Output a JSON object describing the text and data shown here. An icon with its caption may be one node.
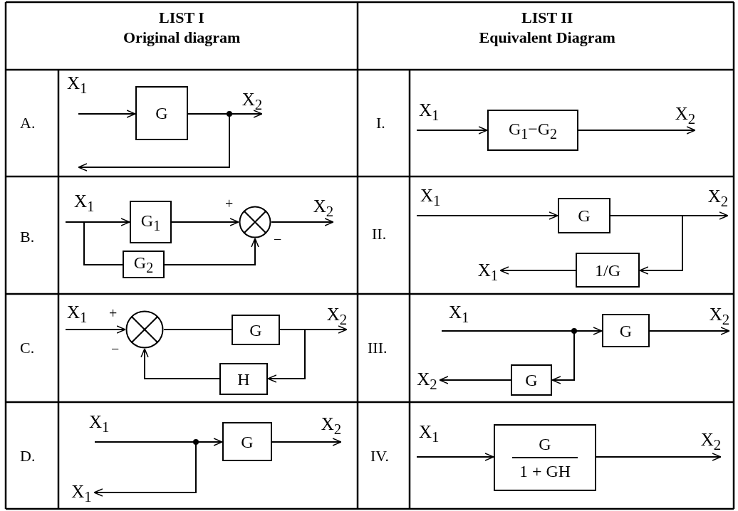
{
  "diagram": {
    "nodes": [
      {
        "text": [
          "G"
        ]
      },
      {
        "text": [
          "G$_{1}$−G$_{2}$"
        ]
      },
      {
        "text": [
          "G$_{1}$"
        ]
      },
      {
        "text": [
          "G$_{2}$"
        ]
      },
      {
        "text": [],
        "shape": "circle"
      },
      {
        "text": [
          "G"
        ]
      },
      {
        "text": [
          "1/G"
        ]
      },
      {
        "text": [
          "X$_{1}$"
        ]
      },
      {
        "text": [],
        "shape": "circle"
      },
      {
        "text": [
          "G"
        ]
      },
      {
        "text": [
          "H"
        ]
      },
      {
        "text": [
          "G"
        ]
      },
      {
        "text": [
          "G"
        ]
      },
      {
        "text": [
          "X$_{2}$"
        ]
      },
      {
        "text": [
          "G"
        ]
      },
      {
        "text": [
          "X$_{1}$"
        ]
      },
      {
        "text": [
          "G",
          "1 + GH"
        ]
      },
      {
        "text": [
          "X$_{2}$"
        ]
      },
      {
        "text": [
          "X$_{2}$"
        ]
      },
      {
        "text": [
          "X$_{2}$"
        ]
      },
      {
        "text": [
          "X$_{2}$"
        ]
      },
      {
        "text": [
          "X$_{2}$"
        ]
      },
      {
        "text": [
          "X$_{2}$"
        ]
      },
      {
        "text": [
          "X$_{2}$"
        ]
      },
      {
        "text": [
          "X$_{2}$"
        ]
      }
    ],
    "edges": [
      {
        "from": null,
        "to": 0,
        "arrow": "to"
      },
      {
        "from": 0,
        "to": 17,
        "arrow": "to"
      },
      {
        "from": 0,
        "to": null,
        "arrow": "to"
      },
      {
        "from": null,
        "to": 1,
        "arrow": "to"
      },
      {
        "from": 1,
        "to": 18,
        "arrow": "to"
      },
      {
        "from": null,
        "to": 2,
        "arrow": "to"
      },
      {
        "from": null,
        "to": 3,
        "arrow": "none"
      },
      {
        "from": 2,
        "to": 4,
        "arrow": "to"
      },
      {
        "from": 3,
        "to": 4,
        "arrow": "to"
      },
      {
        "from": 4,
        "to": 19,
        "arrow": "to"
      },
      {
        "from": null,
        "to": 5,
        "arrow": "to"
      },
      {
        "from": 5,
        "to": 20,
        "arrow": "to"
      },
      {
        "from": 5,
        "to": 6,
        "arrow": "to"
      },
      {
        "from": 6,
        "to": 7,
        "arrow": "to"
      },
      {
        "from": null,
        "to": 8,
        "arrow": "to"
      },
      {
        "from": 8,
        "to": 9,
        "arrow": "none"
      },
      {
        "from": 9,
        "to": 21,
        "arrow": "to"
      },
      {
        "from": 9,
        "to": 10,
        "arrow": "to"
      },
      {
        "from": 10,
        "to": 8,
        "arrow": "to"
      },
      {
        "from": null,
        "to": 11,
        "arrow": "to"
      },
      {
        "from": null,
        "to": 12,
        "arrow": "to"
      },
      {
        "from": 11,
        "to": 22,
        "arrow": "to"
      },
      {
        "from": 12,
        "to": 13,
        "arrow": "to"
      },
      {
        "from": null,
        "to": 14,
        "arrow": "to"
      },
      {
        "from": null,
        "to": 15,
        "arrow": "to"
      },
      {
        "from": 14,
        "to": 23,
        "arrow": "to"
      },
      {
        "from": null,
        "to": 16,
        "arrow": "to"
      },
      {
        "from": 16,
        "to": 24,
        "arrow": "to"
      }
    ],
    "labels": [
      "LIST I",
      "Original diagram",
      "LIST II",
      "Equivalent Diagram",
      "A.",
      "X$_{1}$",
      "I.",
      "X$_{1}$",
      "B.",
      "X$_{1}$",
      "+",
      "−",
      "II.",
      "X$_{1}$",
      "C.",
      "X$_{1}$",
      "+",
      "−",
      "III.",
      "X$_{1}$",
      "D.",
      "X$_{1}$",
      "IV.",
      "X$_{1}$"
    ]
  }
}
